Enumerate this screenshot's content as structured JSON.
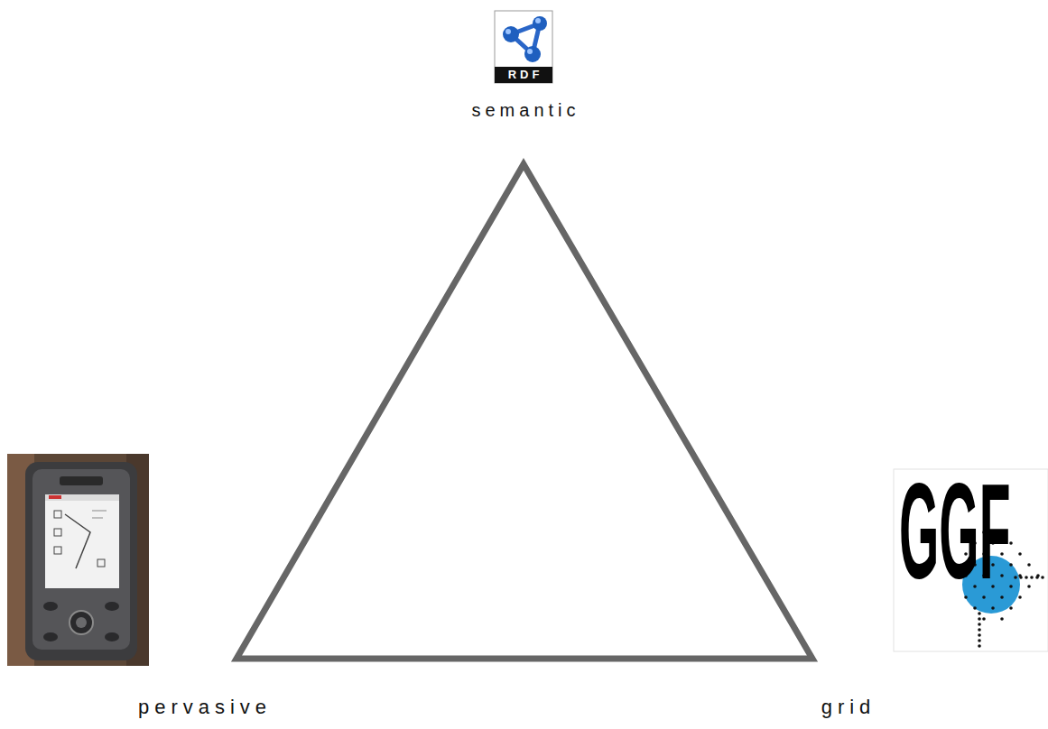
{
  "diagram": {
    "labels": [
      "RDF",
      "semantic",
      "pervasive",
      "grid",
      "GGF"
    ]
  }
}
